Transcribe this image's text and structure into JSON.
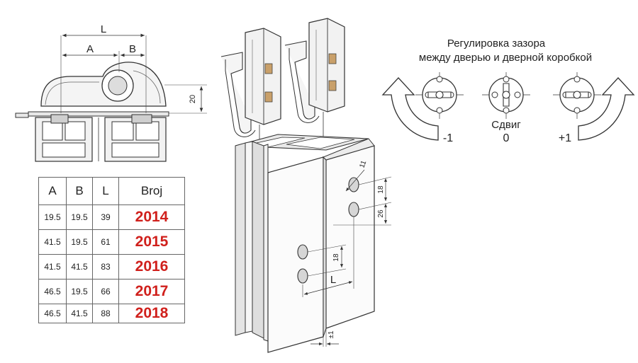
{
  "profile_top": {
    "dim_L": "L",
    "dim_A": "A",
    "dim_B": "B",
    "dim_height": "20"
  },
  "table": {
    "headers": [
      "A",
      "B",
      "L",
      "Broj"
    ],
    "rows": [
      [
        "19.5",
        "19.5",
        "39",
        "2014"
      ],
      [
        "41.5",
        "19.5",
        "61",
        "2015"
      ],
      [
        "41.5",
        "41.5",
        "83",
        "2016"
      ],
      [
        "46.5",
        "19.5",
        "66",
        "2017"
      ],
      [
        "46.5",
        "41.5",
        "88",
        "2018"
      ]
    ]
  },
  "profile_3d": {
    "dim_hole_diameter": "11",
    "dim_top_spacing": "18",
    "dim_top_offset": "26",
    "dim_bottom_spacing": "18",
    "dim_L": "L",
    "dim_tolerance": "±1"
  },
  "adjustment": {
    "title_line1": "Регулировка зазора",
    "title_line2": "между дверью и дверной коробкой",
    "left_value": "-1",
    "center_label": "Сдвиг",
    "center_value": "0",
    "right_value": "+1"
  }
}
